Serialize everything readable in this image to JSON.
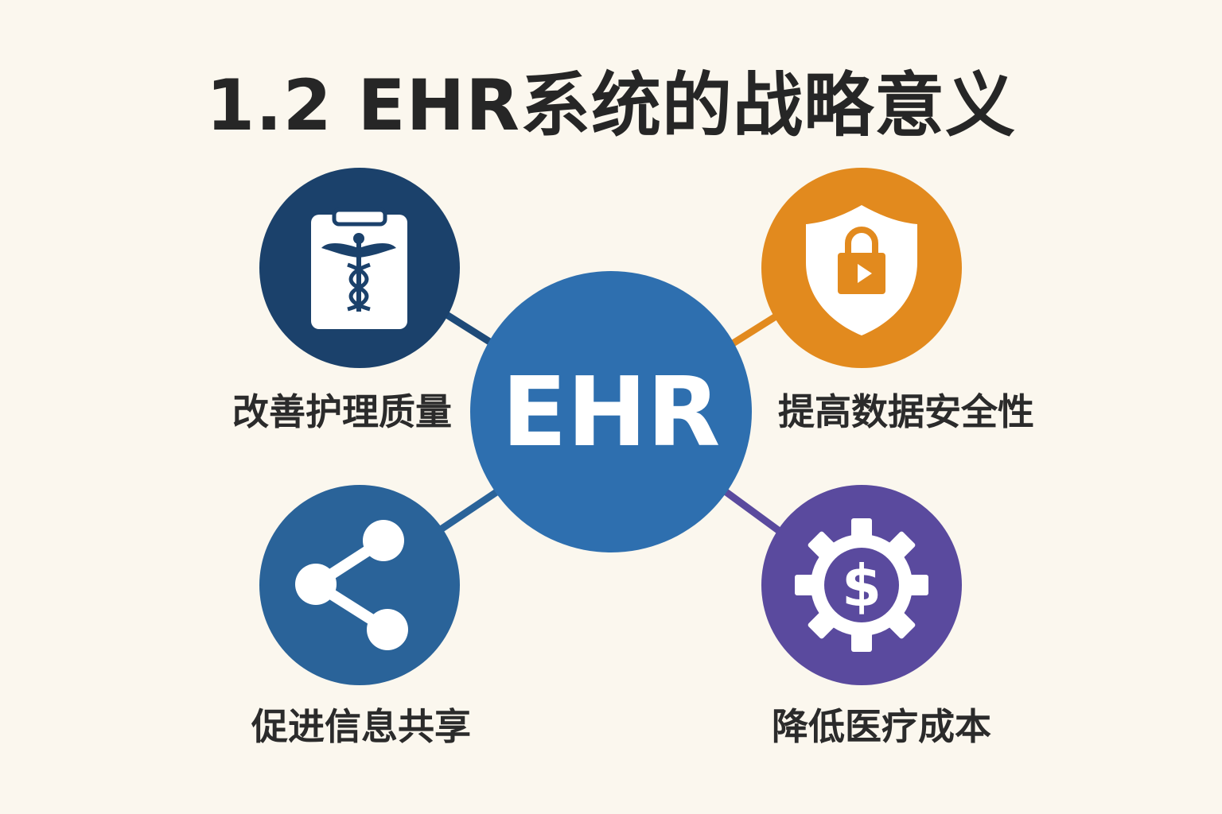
{
  "title": "1.2 EHR系统的战略意义",
  "center": {
    "label": "EHR",
    "color": "#2E6FAF"
  },
  "nodes": [
    {
      "label": "改善护理质量",
      "icon": "clipboard-caduceus-icon",
      "color": "#1B416B"
    },
    {
      "label": "提高数据安全性",
      "icon": "shield-lock-icon",
      "color": "#E28A1E"
    },
    {
      "label": "促进信息共享",
      "icon": "share-icon",
      "color": "#2A6399"
    },
    {
      "label": "降低医疗成本",
      "icon": "gear-dollar-icon",
      "color": "#5A4A9E"
    }
  ],
  "connector_colors": [
    "#1E4A78",
    "#E28A1E",
    "#2A6399",
    "#5A4A9E"
  ]
}
